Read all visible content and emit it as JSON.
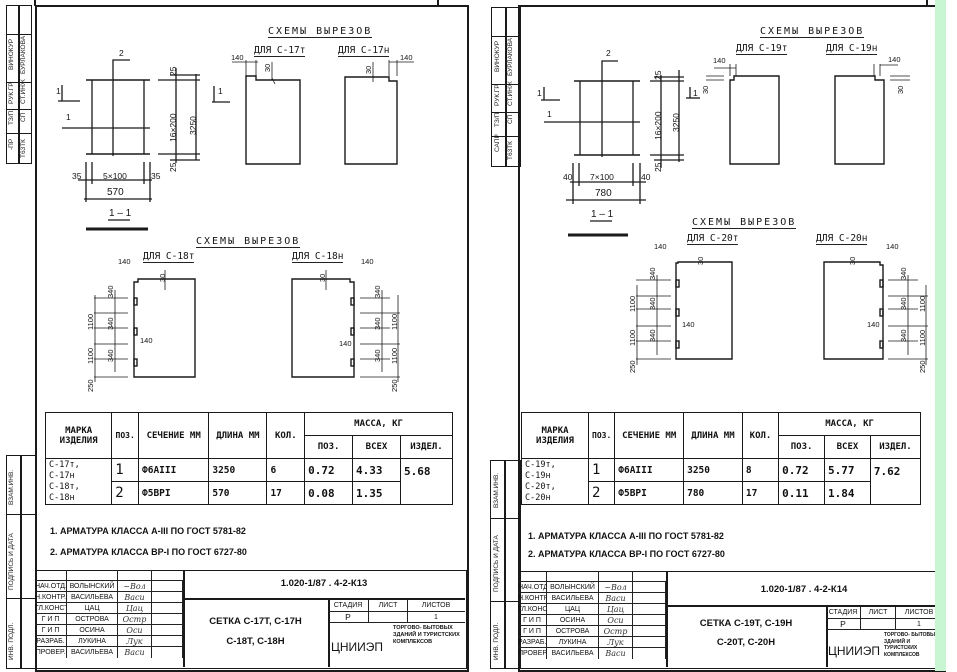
{
  "sheets": [
    {
      "side_block": [
        "-ПР",
        "ТЗ/П",
        "РУК.ГР.",
        "ВИНОКУР",
        "Т63ТК",
        "СП",
        "СТ.ИНЖ",
        "БУРЛАКОВА"
      ],
      "side_block_lower": [
        "ВЗАМ.ИНВ.",
        "ПОДПИСЬ И ДАТА",
        "ИНВ. ПОДЛ."
      ],
      "mesh": {
        "pos_long": "2",
        "pos_trans": "1",
        "section_mark": "1",
        "dim_top": "25",
        "dim_mid": "16×200",
        "dim_bottom": "25",
        "dim_total_h": "3250",
        "dim_side_left": "35",
        "dim_spacing": "5×100",
        "dim_side_right": "35",
        "dim_total_w": "570",
        "section_title": "1 – 1"
      },
      "cutouts_top": {
        "title": "СХЕМЫ ВЫРЕЗОВ",
        "left": {
          "label": "ДЛЯ С-17т",
          "d1": "140",
          "d2": "30"
        },
        "right": {
          "label": "ДЛЯ С-17н",
          "d1": "140",
          "d2": "30"
        }
      },
      "cutouts_bottom": {
        "title": "СХЕМЫ ВЫРЕЗОВ",
        "left": {
          "label": "ДЛЯ С-18т",
          "d_top": "140",
          "d_30": "30",
          "d_340": "340",
          "d_1100": "1100",
          "d_140": "140",
          "d_250": "250"
        },
        "right": {
          "label": "ДЛЯ С-18н",
          "d_top": "140",
          "d_30": "30",
          "d_340": "340",
          "d_1100": "1100",
          "d_140": "140",
          "d_250": "250"
        }
      },
      "table": {
        "h_mark": "МАРКА ИЗДЕЛИЯ",
        "h_pos": "ПОЗ.",
        "h_section": "СЕЧЕНИЕ ММ",
        "h_length": "ДЛИНА ММ",
        "h_qty": "КОЛ.",
        "h_mass": "МАССА, КГ",
        "h_mass_pos": "ПОЗ.",
        "h_mass_all": "ВСЕХ",
        "h_mass_item": "ИЗДЕЛ.",
        "mark_line1": "С-17т, С-17н",
        "mark_line2": "С-18т, С-18н",
        "rows": [
          {
            "pos": "1",
            "section": "Ф6АIII",
            "length": "3250",
            "qty": "6",
            "mass_pos": "0.72",
            "mass_all": "4.33"
          },
          {
            "pos": "2",
            "section": "Ф5ВРI",
            "length": "570",
            "qty": "17",
            "mass_pos": "0.08",
            "mass_all": "1.35"
          }
        ],
        "mass_item": "5.68"
      },
      "notes": [
        "1. АРМАТУРА КЛАССА А-III  ПО ГОСТ 5781-82",
        "2. АРМАТУРА КЛАССА ВР-I  ПО ГОСТ 6727-80"
      ],
      "stamp": {
        "people": [
          {
            "role": "НАЧ.ОТД.",
            "name": "ВОЛЫНСКИЙ",
            "sig": "~Вол"
          },
          {
            "role": "Н.КОНТР.",
            "name": "ВАСИЛЬЕВА",
            "sig": "Васи"
          },
          {
            "role": "ГЛ.КОНСТ",
            "name": "ЦАЦ",
            "sig": "Цац"
          },
          {
            "role": "Г И П",
            "name": "ОСТРОВА",
            "sig": "Остр"
          },
          {
            "role": "Г И П",
            "name": "ОСИНА",
            "sig": "Оси"
          },
          {
            "role": "РАЗРАБ.",
            "name": "ЛУКИНА",
            "sig": "Лук"
          },
          {
            "role": "ПРОВЕР.",
            "name": "ВАСИЛЬЕВА",
            "sig": "Васи"
          }
        ],
        "code": "1.020-1/87 . 4-2-К13",
        "title_line1": "СЕТКА С-17Т, С-17Н",
        "title_line2": "С-18Т, С-18Н",
        "h_stage": "СТАДИЯ",
        "h_sheet": "ЛИСТ",
        "h_sheets": "ЛИСТОВ",
        "stage": "Р",
        "sheet": "",
        "sheets": "1",
        "org": "ЦНИИЭП",
        "org_sub": "ТОРГОВО- БЫТОВЫХ ЗДАНИЙ И ТУРИСТСКИХ КОМПЛЕКСОВ"
      }
    },
    {
      "side_block": [
        "САПР",
        "ТЗ/П",
        "РУК.ГР.",
        "ВИНОКУР",
        "Т63ТК",
        "СП",
        "СТ.ИНЖ",
        "БУРЛАКОВА"
      ],
      "side_block_lower": [
        "ВЗАМ.ИНВ.",
        "ПОДПИСЬ И ДАТА",
        "ИНВ. ПОДЛ."
      ],
      "mesh": {
        "pos_long": "2",
        "pos_trans": "1",
        "section_mark": "1",
        "dim_top": "25",
        "dim_mid": "16×200",
        "dim_bottom": "25",
        "dim_total_h": "3250",
        "dim_side_left": "40",
        "dim_spacing": "7×100",
        "dim_side_right": "40",
        "dim_total_w": "780",
        "section_title": "1 – 1"
      },
      "cutouts_top": {
        "title": "СХЕМЫ ВЫРЕЗОВ",
        "left": {
          "label": "ДЛЯ С-19т",
          "d1": "140",
          "d2": "30"
        },
        "right": {
          "label": "ДЛЯ С-19н",
          "d1": "140",
          "d2": "30"
        }
      },
      "cutouts_bottom": {
        "title": "СХЕМЫ ВЫРЕЗОВ",
        "left": {
          "label": "ДЛЯ С-20т",
          "d_top": "140",
          "d_30": "30",
          "d_340": "340",
          "d_1100": "1100",
          "d_140": "140",
          "d_250": "250"
        },
        "right": {
          "label": "ДЛЯ С-20н",
          "d_top": "140",
          "d_30": "30",
          "d_340": "340",
          "d_1100": "1100",
          "d_140": "140",
          "d_250": "250"
        }
      },
      "table": {
        "h_mark": "МАРКА ИЗДЕЛИЯ",
        "h_pos": "ПОЗ.",
        "h_section": "СЕЧЕНИЕ ММ",
        "h_length": "ДЛИНА ММ",
        "h_qty": "КОЛ.",
        "h_mass": "МАССА, КГ",
        "h_mass_pos": "ПОЗ.",
        "h_mass_all": "ВСЕХ",
        "h_mass_item": "ИЗДЕЛ.",
        "mark_line1": "С-19т, С-19н",
        "mark_line2": "С-20т, С-20н",
        "rows": [
          {
            "pos": "1",
            "section": "Ф6АIII",
            "length": "3250",
            "qty": "8",
            "mass_pos": "0.72",
            "mass_all": "5.77"
          },
          {
            "pos": "2",
            "section": "Ф5ВРI",
            "length": "780",
            "qty": "17",
            "mass_pos": "0.11",
            "mass_all": "1.84"
          }
        ],
        "mass_item": "7.62"
      },
      "notes": [
        "1. АРМАТУРА КЛАССА А-III  ПО ГОСТ 5781-82",
        "2. АРМАТУРА КЛАССА ВР-I  ПО ГОСТ 6727-80"
      ],
      "stamp": {
        "people": [
          {
            "role": "НАЧ.ОТД.",
            "name": "ВОЛЫНСКИЙ",
            "sig": "~Вол"
          },
          {
            "role": "Н.КОНТР.",
            "name": "ВАСИЛЬЕВА",
            "sig": "Васи"
          },
          {
            "role": "ГЛ.КОНСТ",
            "name": "ЦАЦ",
            "sig": "Цац"
          },
          {
            "role": "Г И П",
            "name": "ОСИНА",
            "sig": "Оси"
          },
          {
            "role": "Г И П",
            "name": "ОСТРОВА",
            "sig": "Остр"
          },
          {
            "role": "РАЗРАБ.",
            "name": "ЛУКИНА",
            "sig": "Лук"
          },
          {
            "role": "ПРОВЕР.",
            "name": "ВАСИЛЬЕВА",
            "sig": "Васи"
          }
        ],
        "code": "1.020-1/87 . 4-2-К14",
        "title_line1": "СЕТКА С-19Т, С-19Н",
        "title_line2": "С-20Т, С-20Н",
        "h_stage": "СТАДИЯ",
        "h_sheet": "ЛИСТ",
        "h_sheets": "ЛИСТОВ",
        "stage": "Р",
        "sheet": "",
        "sheets": "1",
        "org": "ЦНИИЭП",
        "org_sub": "ТОРГОВО- БЫТОВЫХ ЗДАНИЙ И ТУРИСТСКИХ КОМПЛЕКСОВ"
      }
    }
  ],
  "colors": {
    "ink": "#1a1a1a",
    "paper": "#ffffff",
    "margin_strip": "#c8f5d2"
  }
}
